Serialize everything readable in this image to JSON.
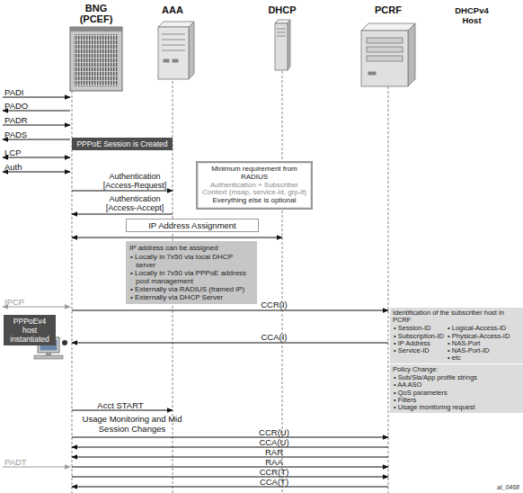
{
  "diagram": {
    "nodes": [
      {
        "text": [
          "BNG (PCEF)"
        ]
      },
      {
        "text": [
          "AAA"
        ]
      },
      {
        "text": [
          "DHCP"
        ]
      },
      {
        "text": [
          "PCRF"
        ]
      },
      {
        "text": [
          "PPPoE Session is Created"
        ]
      },
      {
        "text": [
          "Minimum requirement from RADIUS",
          "Authentication + Subscriber Context (msap, service-id, grp-if)",
          "Everything else is optional"
        ]
      },
      {
        "text": [
          "IP Address Assignment"
        ]
      },
      {
        "text": [
          "IP address can be assigned",
          "• Locally in 7x50 via local DHCP server",
          "• Locally in 7x50 via PPPoE address pool management",
          "• Externally via RADIUS (framed IP)",
          "• Externally via DHCP Server"
        ]
      },
      {
        "text": [
          "PPPoEv4 host instantiated"
        ]
      },
      {
        "text": [
          "Identification of the subscriber host in PCRF",
          "• Session-ID",
          "• Subscription-ID",
          "• IP Address",
          "• Service-ID",
          "• Logical-Access-ID",
          "• Physical-Access-ID",
          "• NAS-Port",
          "• NAS-Port-ID",
          "• etc"
        ]
      },
      {
        "text": [
          "Policy Change:",
          "• Sub/Sla/App profile strings",
          "• AA ASO",
          "• QoS parameters",
          "• Filters",
          "• Usage monitoring request"
        ]
      }
    ],
    "edges": [
      {
        "from": 0,
        "to": 1,
        "label": "Authentication [Access-Request]",
        "arrow": "to"
      },
      {
        "from": 1,
        "to": 0,
        "label": "Authentication [Access-Accept]",
        "arrow": "to"
      },
      {
        "from": 0,
        "to": 2,
        "arrow": "both"
      },
      {
        "from": 0,
        "to": 3,
        "label": "CCR(I)",
        "arrow": "to"
      },
      {
        "from": 3,
        "to": 0,
        "label": "CCA(I)",
        "arrow": "to"
      },
      {
        "from": 0,
        "to": 1,
        "label": "Acct START",
        "arrow": "to"
      },
      {
        "from": 0,
        "to": 3,
        "label": "CCR(U)",
        "arrow": "to"
      },
      {
        "from": 3,
        "to": 0,
        "label": "CCA(U)",
        "arrow": "to"
      },
      {
        "from": 3,
        "to": 0,
        "label": "RAR",
        "arrow": "to"
      },
      {
        "from": 0,
        "to": 3,
        "label": "RAA",
        "arrow": "to"
      },
      {
        "from": 0,
        "to": 3,
        "label": "CCR(T)",
        "arrow": "to"
      },
      {
        "from": 3,
        "to": 0,
        "label": "CCA(T)",
        "arrow": "to"
      }
    ],
    "labels": [
      "DHCPv4 Host",
      "PADI",
      "PADO",
      "PADR",
      "PADS",
      "LCP",
      "Auth",
      "IPCP",
      "Usage Monitoring and Mid Session Changes",
      "PADT",
      "al_0468"
    ]
  }
}
